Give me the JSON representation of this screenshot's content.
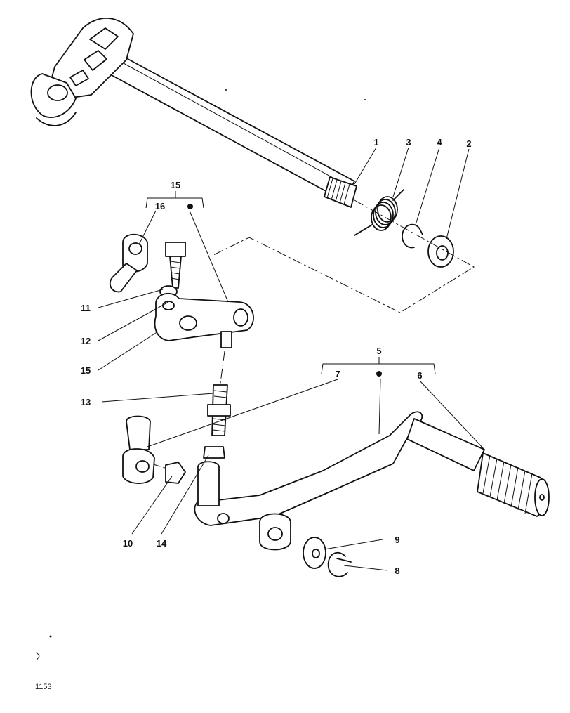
{
  "callouts": {
    "c1": "1",
    "c2": "2",
    "c3": "3",
    "c4": "4",
    "c5": "5",
    "c6": "6",
    "c7": "7",
    "c8": "8",
    "c9": "9",
    "c10": "10",
    "c11": "11",
    "c12": "12",
    "c13": "13",
    "c14": "14",
    "c15_group": "15",
    "c15": "15",
    "c16": "16"
  },
  "footer": {
    "page_code": "1153"
  }
}
